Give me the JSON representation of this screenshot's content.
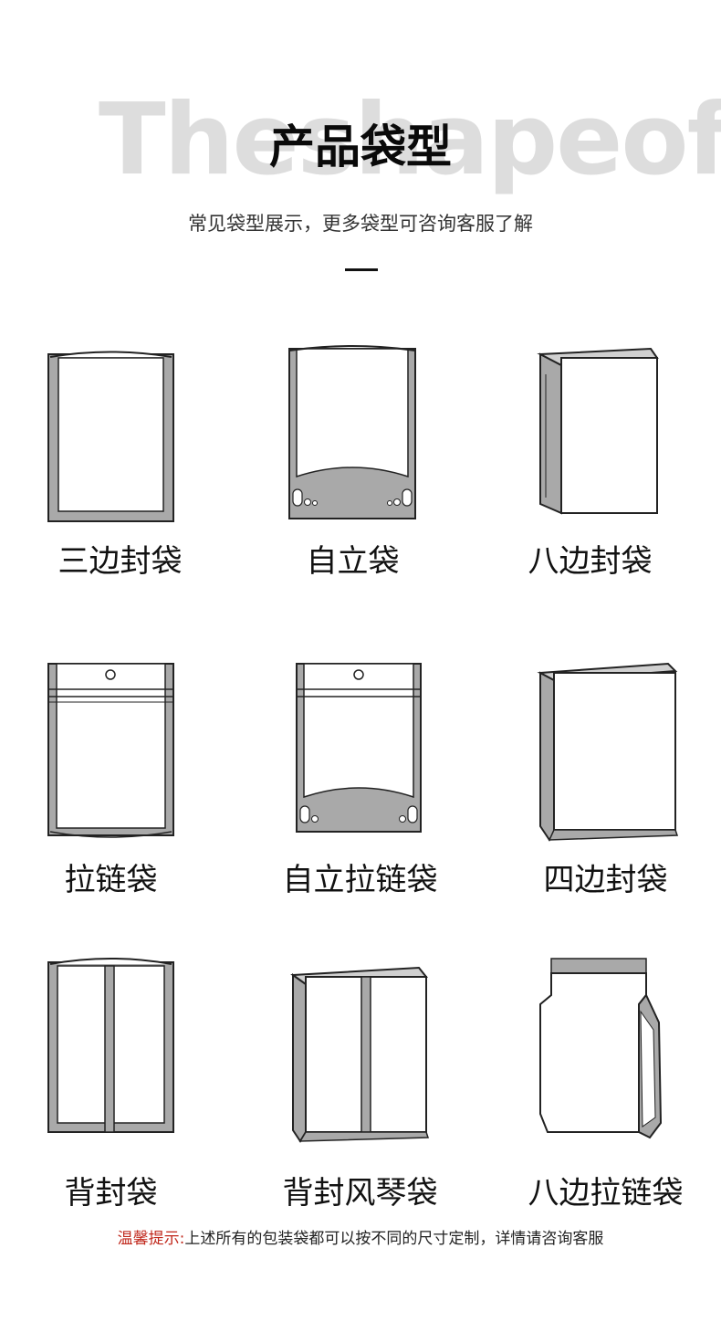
{
  "header": {
    "background_word": "Theshapeof",
    "title": "产品袋型",
    "subtitle": "常见袋型展示，更多袋型可咨询客服了解"
  },
  "bag_types": [
    {
      "label": "三边封袋",
      "icon": "three-side-seal-bag-icon"
    },
    {
      "label": "自立袋",
      "icon": "stand-up-pouch-icon"
    },
    {
      "label": "八边封袋",
      "icon": "eight-side-seal-bag-icon"
    },
    {
      "label": "拉链袋",
      "icon": "zipper-bag-icon"
    },
    {
      "label": "自立拉链袋",
      "icon": "stand-up-zipper-pouch-icon"
    },
    {
      "label": "四边封袋",
      "icon": "four-side-seal-bag-icon"
    },
    {
      "label": "背封袋",
      "icon": "back-seal-bag-icon"
    },
    {
      "label": "背封风琴袋",
      "icon": "back-seal-gusset-bag-icon"
    },
    {
      "label": "八边拉链袋",
      "icon": "eight-side-zipper-bag-icon"
    }
  ],
  "footer": {
    "note_highlight": "温馨提示:",
    "note_text": "上述所有的包装袋都可以按不同的尺寸定制，详情请咨询客服"
  },
  "colors": {
    "seal_gray": "#a9a9a9",
    "outline": "#222222",
    "highlight_red": "#c0281c"
  }
}
